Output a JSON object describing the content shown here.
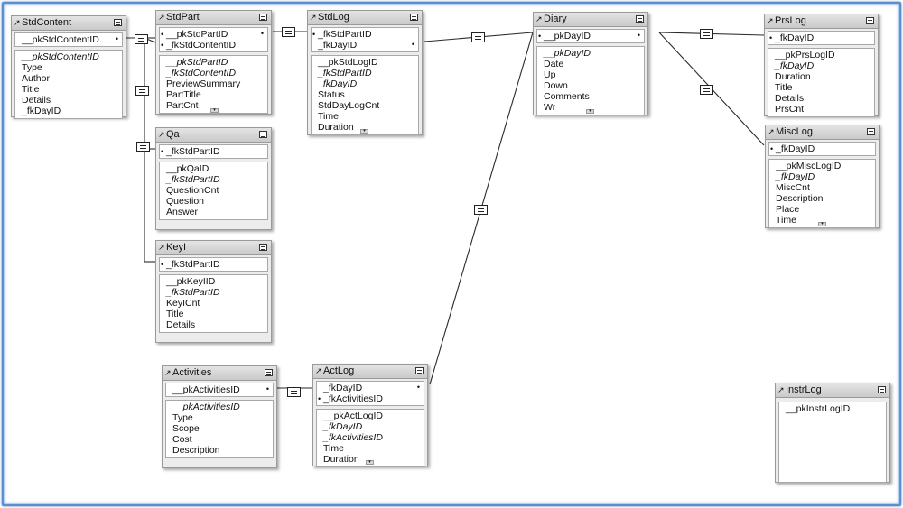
{
  "tables": {
    "stdcontent": {
      "title": "StdContent",
      "keys": [
        {
          "text": "__pkStdContentID",
          "italic": false
        }
      ],
      "fields": [
        {
          "text": "__pkStdContentID",
          "italic": true
        },
        {
          "text": "Type",
          "italic": false
        },
        {
          "text": "Author",
          "italic": false
        },
        {
          "text": "Title",
          "italic": false
        },
        {
          "text": "Details",
          "italic": false
        },
        {
          "text": "_fkDayID",
          "italic": false
        }
      ]
    },
    "stdpart": {
      "title": "StdPart",
      "keys": [
        {
          "text": "__pkStdPartID",
          "italic": false
        },
        {
          "text": "_fkStdContentID",
          "italic": false
        }
      ],
      "fields": [
        {
          "text": "__pkStdPartID",
          "italic": true
        },
        {
          "text": "_fkStdContentID",
          "italic": true
        },
        {
          "text": "PreviewSummary",
          "italic": false
        },
        {
          "text": "PartTitle",
          "italic": false
        },
        {
          "text": "PartCnt",
          "italic": false
        }
      ]
    },
    "stdlog": {
      "title": "StdLog",
      "keys": [
        {
          "text": "_fkStdPartID",
          "italic": false
        },
        {
          "text": "_fkDayID",
          "italic": false
        }
      ],
      "fields": [
        {
          "text": "__pkStdLogID",
          "italic": false
        },
        {
          "text": "_fkStdPartID",
          "italic": true
        },
        {
          "text": "_fkDayID",
          "italic": true
        },
        {
          "text": "Status",
          "italic": false
        },
        {
          "text": "StdDayLogCnt",
          "italic": false
        },
        {
          "text": "Time",
          "italic": false
        },
        {
          "text": "Duration",
          "italic": false
        }
      ]
    },
    "diary": {
      "title": "Diary",
      "keys": [
        {
          "text": "__pkDayID",
          "italic": false
        }
      ],
      "fields": [
        {
          "text": "__pkDayID",
          "italic": true
        },
        {
          "text": "Date",
          "italic": false
        },
        {
          "text": "Up",
          "italic": false
        },
        {
          "text": "Down",
          "italic": false
        },
        {
          "text": "Comments",
          "italic": false
        },
        {
          "text": "Wr",
          "italic": false
        }
      ]
    },
    "prslog": {
      "title": "PrsLog",
      "keys": [
        {
          "text": "_fkDayID",
          "italic": false
        }
      ],
      "fields": [
        {
          "text": "__pkPrsLogID",
          "italic": false
        },
        {
          "text": "_fkDayID",
          "italic": true
        },
        {
          "text": "Duration",
          "italic": false
        },
        {
          "text": "Title",
          "italic": false
        },
        {
          "text": "Details",
          "italic": false
        },
        {
          "text": "PrsCnt",
          "italic": false
        }
      ]
    },
    "misclog": {
      "title": "MiscLog",
      "keys": [
        {
          "text": "_fkDayID",
          "italic": false
        }
      ],
      "fields": [
        {
          "text": "__pkMiscLogID",
          "italic": false
        },
        {
          "text": "_fkDayID",
          "italic": true
        },
        {
          "text": "MiscCnt",
          "italic": false
        },
        {
          "text": "Description",
          "italic": false
        },
        {
          "text": "Place",
          "italic": false
        },
        {
          "text": "Time",
          "italic": false
        }
      ]
    },
    "qa": {
      "title": "Qa",
      "keys": [
        {
          "text": "_fkStdPartID",
          "italic": false
        }
      ],
      "fields": [
        {
          "text": "__pkQaID",
          "italic": false
        },
        {
          "text": "_fkStdPartID",
          "italic": true
        },
        {
          "text": "QuestionCnt",
          "italic": false
        },
        {
          "text": "Question",
          "italic": false
        },
        {
          "text": "Answer",
          "italic": false
        }
      ]
    },
    "keyi": {
      "title": "KeyI",
      "keys": [
        {
          "text": "_fkStdPartID",
          "italic": false
        }
      ],
      "fields": [
        {
          "text": "__pkKeyIID",
          "italic": false
        },
        {
          "text": "_fkStdPartID",
          "italic": true
        },
        {
          "text": "KeyICnt",
          "italic": false
        },
        {
          "text": "Title",
          "italic": false
        },
        {
          "text": "Details",
          "italic": false
        }
      ]
    },
    "activities": {
      "title": "Activities",
      "keys": [
        {
          "text": "__pkActivitiesID",
          "italic": false
        }
      ],
      "fields": [
        {
          "text": "__pkActivitiesID",
          "italic": true
        },
        {
          "text": "Type",
          "italic": false
        },
        {
          "text": "Scope",
          "italic": false
        },
        {
          "text": "Cost",
          "italic": false
        },
        {
          "text": "Description",
          "italic": false
        }
      ]
    },
    "actlog": {
      "title": "ActLog",
      "keys": [
        {
          "text": "_fkDayID",
          "italic": false
        },
        {
          "text": "_fkActivitiesID",
          "italic": false
        }
      ],
      "fields": [
        {
          "text": "__pkActLogID",
          "italic": false
        },
        {
          "text": "_fkDayID",
          "italic": true
        },
        {
          "text": "_fkActivitiesID",
          "italic": true
        },
        {
          "text": "Time",
          "italic": false
        },
        {
          "text": "Duration",
          "italic": false
        }
      ]
    },
    "instrlog": {
      "title": "InstrLog",
      "keys": [
        {
          "text": "__pkInstrLogID",
          "italic": false
        }
      ],
      "fields": []
    }
  },
  "icons": {
    "table_arrow": "arrow-icon",
    "table_menu": "menu-icon",
    "relationship": "equals-join-icon"
  }
}
